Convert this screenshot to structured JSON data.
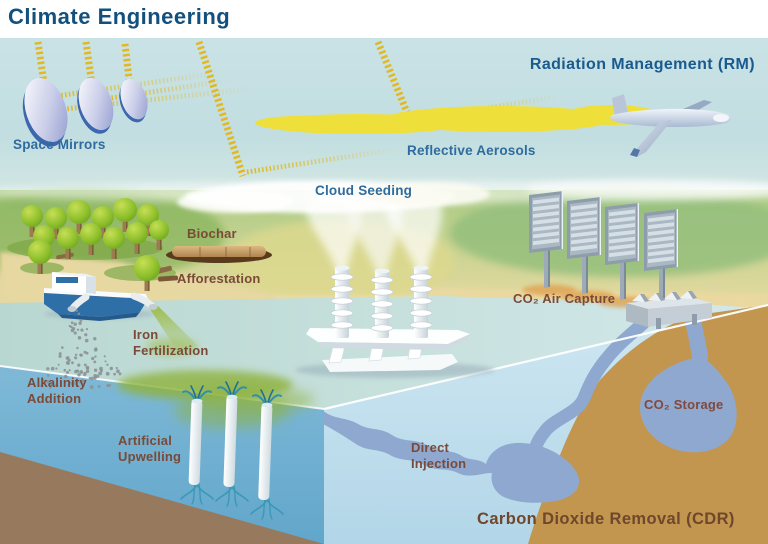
{
  "title": "Climate Engineering",
  "rm": {
    "title": "Radiation Management (RM)",
    "labels": {
      "space_mirrors": "Space Mirrors",
      "reflective_aerosols": "Reflective Aerosols",
      "cloud_seeding": "Cloud Seeding"
    }
  },
  "cdr": {
    "title": "Carbon Dioxide Removal (CDR)",
    "labels": {
      "biochar": "Biochar",
      "afforestation": "Afforestation",
      "iron_fertilization": [
        "Iron",
        "Fertilization"
      ],
      "alkalinity_addition": [
        "Alkalinity",
        "Addition"
      ],
      "artificial_upwelling": [
        "Artificial",
        "Upwelling"
      ],
      "co2_air_capture": "CO₂ Air Capture",
      "co2_storage": "CO₂ Storage",
      "direct_injection": [
        "Direct",
        "Injection"
      ]
    }
  },
  "colors": {
    "title_blue": "#12507e",
    "rm_label_blue": "#2f6b9e",
    "cdr_label_brown": "#7a4a38",
    "cdr_title_brown": "#6f472c",
    "sun_ray_yellow": "#e2b81e",
    "aerosol_yellow": "#eedf3b",
    "sky_blue": "#c7e1e5",
    "sea_surface": "#c6e0dc",
    "ocean_face_blue": "#74b2d4",
    "underground_tan": "#c2964f",
    "co2_reservoir_blue": "#8fa8cf",
    "seafloor_brown": "#97795e",
    "vegetation_green": "#8fc02c"
  }
}
